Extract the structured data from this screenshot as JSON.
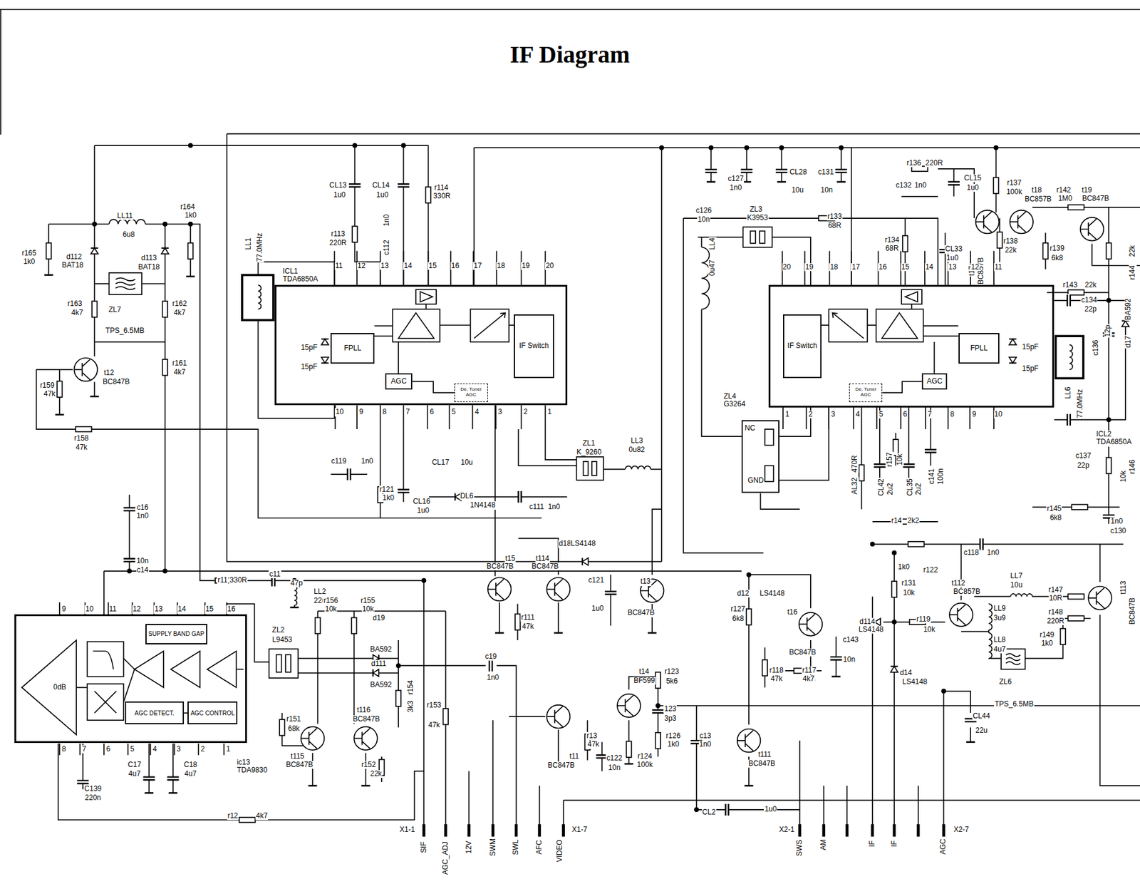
{
  "diagram": {
    "title": "IF Diagram",
    "nodes": [
      {
        "text": [
          "ICL1 TDA6850A"
        ]
      },
      {
        "text": [
          "FPLL"
        ],
        "in": 0
      },
      {
        "text": [
          "AGC"
        ],
        "in": 0
      },
      {
        "text": [
          "IF Switch"
        ],
        "in": 0
      },
      {
        "text": [
          "De. Tuner AGC"
        ],
        "in": 0
      },
      {
        "text": [
          "ICL2 TDA6850A"
        ]
      },
      {
        "text": [
          "IF Switch"
        ],
        "in": 5
      },
      {
        "text": [
          "FPLL"
        ],
        "in": 5
      },
      {
        "text": [
          "AGC"
        ],
        "in": 5
      },
      {
        "text": [
          "De. Tuner AGC"
        ],
        "in": 5
      },
      {
        "text": [
          "ZL4 G3264",
          "NC",
          "GND"
        ]
      },
      {
        "text": [
          "ic13 TDA9830"
        ]
      },
      {
        "text": [
          "SUPPLY BAND GAP"
        ],
        "in": 11
      },
      {
        "text": [
          "AGC DETECT."
        ],
        "in": 11
      },
      {
        "text": [
          "AGC CONTROL"
        ],
        "in": 11
      }
    ],
    "edges": [
      {
        "from": 13,
        "to": 14,
        "arrow": "none"
      },
      {
        "from": 4,
        "to": 2,
        "arrow": "none"
      },
      {
        "from": 9,
        "to": 8,
        "arrow": "none"
      }
    ],
    "labels": [
      "r165",
      "1k0",
      "d112",
      "BAT18",
      "LL11",
      "6u8",
      "d113",
      "BAT18",
      "r164",
      "1k0",
      "r163",
      "4k7",
      "ZL7",
      "TPS_6.5MB",
      "r162",
      "4k7",
      "r161",
      "4k7",
      "t12",
      "BC847B",
      "r159",
      "47k",
      "r158",
      "47k",
      "CL13",
      "1u0",
      "CL14",
      "1u0",
      "r114",
      "330R",
      "r113",
      "220R",
      "1n0",
      "c112",
      "LL1",
      "77.0MHz",
      "11",
      "12",
      "13",
      "14",
      "15",
      "16",
      "17",
      "18",
      "19",
      "20",
      "10",
      "9",
      "8",
      "7",
      "6",
      "5",
      "4",
      "3",
      "2",
      "1",
      "15pF",
      "15pF",
      "c119",
      "1n0",
      "CL17",
      "10u",
      "r121",
      "1k0",
      "CL16",
      "1u0",
      "DL6",
      "1N4148",
      "c111",
      "1n0",
      "ZL1",
      "K_9260",
      "LL3",
      "0u82",
      "d18",
      "LS4148",
      "c16",
      "1n0",
      "10n",
      "c14",
      "r11",
      "330R",
      "c11",
      "47p",
      "LL2",
      "22u",
      "9",
      "10",
      "11",
      "12",
      "13",
      "14",
      "15",
      "16",
      "8",
      "7",
      "6",
      "5",
      "4",
      "3",
      "2",
      "1",
      "0dB",
      "C139",
      "220n",
      "C17",
      "4u7",
      "C18",
      "4u7",
      "r12",
      "4k7",
      "ZL2",
      "L9453",
      "r156",
      "10k",
      "r155",
      "10k",
      "d19",
      "BA592",
      "d111",
      "BA592",
      "r154",
      "3k3",
      "r151",
      "68k",
      "t116",
      "BC847B",
      "t115",
      "BC847B",
      "r152",
      "22k",
      "r153",
      "47k",
      "c19",
      "1n0",
      "t15",
      "BC847B",
      "t114",
      "BC847B",
      "r111",
      "47k",
      "c121",
      "1u0",
      "t13",
      "BC847B",
      "t11",
      "BC847B",
      "r13",
      "47k",
      "t14",
      "BF599",
      "c122",
      "10n",
      "r124",
      "100k",
      "r123",
      "5k6",
      "123",
      "3p3",
      "r126",
      "1k0",
      "c13",
      "1n0",
      "CL2",
      "1u0",
      "t111",
      "BC847B",
      "r127",
      "6k8",
      "t16",
      "BC847B",
      "d12",
      "LS4148",
      "c143",
      "10n",
      "r118",
      "47k",
      "r117",
      "4k7",
      "r131",
      "10k",
      "d114",
      "LS4148",
      "r119",
      "10k",
      "t112",
      "BC857B",
      "d14",
      "LS4148",
      "LL9",
      "3u9",
      "LL8",
      "4u7",
      "LL7",
      "10u",
      "r147",
      "10R",
      "r148",
      "220R",
      "r149",
      "1k0",
      "t113",
      "BC847B",
      "ZL6",
      "TPS_6.5MB",
      "CL44",
      "22u",
      "1k0",
      "r122",
      "c118",
      "1n0",
      "r14",
      "2k2",
      "r145",
      "6k8",
      "1n0",
      "c130",
      "c137",
      "22p",
      "r146",
      "10k",
      "LL6",
      "77.0MHz",
      "c136",
      "12p",
      "d17",
      "BA592",
      "c134",
      "22p",
      "r143",
      "22k",
      "r144",
      "22k",
      "r139",
      "6k8",
      "r138",
      "22k",
      "t17",
      "BC857B",
      "r137",
      "100k",
      "t18",
      "BC857B",
      "r142",
      "1M0",
      "t19",
      "BC847B",
      "r136",
      "220R",
      "c132",
      "1n0",
      "CL15",
      "1u0",
      "r134",
      "68R",
      "CL33",
      "1u0",
      "r133",
      "68R",
      "ZL3",
      "K3953",
      "LL4",
      "0u47",
      "CL28",
      "10u",
      "c131",
      "10n",
      "c127",
      "1n0",
      "c126",
      "10n",
      "20",
      "19",
      "18",
      "17",
      "16",
      "15",
      "14",
      "13",
      "12",
      "11",
      "1",
      "2",
      "3",
      "4",
      "5",
      "6",
      "7",
      "8",
      "9",
      "10",
      "15pF",
      "15pF",
      "AL32",
      "470R",
      "r157",
      "10k",
      "CL42",
      "2u2",
      "CL35",
      "2u2",
      "c141",
      "100n",
      "X1-1",
      "SIF",
      "AGC_ADJ",
      "12V",
      "SWM",
      "SWL",
      "AFC",
      "VIDEO",
      "X1-7",
      "X2-1",
      "SWS",
      "AM",
      "IF",
      "IF",
      "AGC",
      "X2-7"
    ]
  }
}
